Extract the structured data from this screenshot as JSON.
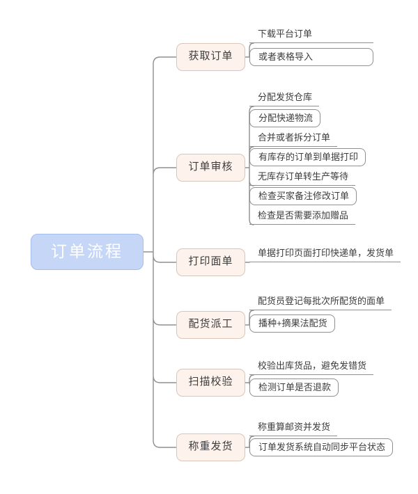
{
  "root": {
    "label": "订单流程"
  },
  "branches": [
    {
      "label": "获取订单",
      "children": [
        "下载平台订单",
        "或者表格导入"
      ]
    },
    {
      "label": "订单审核",
      "children": [
        "分配发货仓库",
        "分配快递物流",
        "合并或者拆分订单",
        "有库存的订单到单据打印",
        "无库存订单转生产等待",
        "检查买家备注修改订单",
        "检查是否需要添加赠品"
      ]
    },
    {
      "label": "打印面单",
      "children": [
        "单据打印页面打印快递单，发货单"
      ]
    },
    {
      "label": "配货派工",
      "children": [
        "配货员登记每批次所配货的面单",
        "播种+摘果法配货"
      ]
    },
    {
      "label": "扫描校验",
      "children": [
        "校验出库货品，避免发错货",
        "检测订单是否退款"
      ]
    },
    {
      "label": "称重发货",
      "children": [
        "称重算邮资并发货",
        "订单发货系统自动同步平台状态"
      ]
    }
  ],
  "colors": {
    "root_fill": "#c5d6f6",
    "root_border": "#a3bdec",
    "root_text": "#ffffff",
    "branch_fill": "#fdf3ec",
    "branch_border": "#d9c6ba",
    "node_text": "#3c3c3c",
    "connector_line": "#8f8f8f"
  }
}
